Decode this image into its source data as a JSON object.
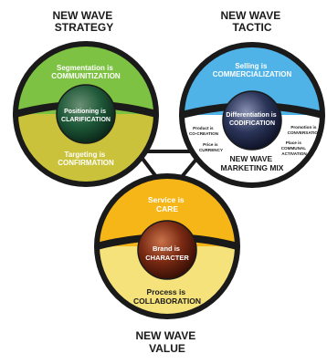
{
  "titles": {
    "strategy": [
      "NEW WAVE",
      "STRATEGY"
    ],
    "tactic": [
      "NEW WAVE",
      "TACTIC"
    ],
    "value": [
      "NEW WAVE",
      "VALUE"
    ]
  },
  "strategy": {
    "top": [
      "Segmentation is",
      "COMMUNITIZATION"
    ],
    "core": [
      "Positioning is",
      "CLARIFICATION"
    ],
    "bottom": [
      "Targeting is",
      "CONFIRMATION"
    ]
  },
  "tactic": {
    "top": [
      "Selling is",
      "COMMERCIALIZATION"
    ],
    "core": [
      "Differentiation is",
      "CODIFICATION"
    ],
    "product": [
      "Product is",
      "CO-CREATION"
    ],
    "price": [
      "Price is",
      "CURRENCY"
    ],
    "promotion": [
      "Promotion is",
      "CONVERSATION"
    ],
    "place": [
      "Place is",
      "COMMUNAL",
      "ACTIVATION"
    ],
    "mix": [
      "NEW WAVE",
      "MARKETING MIX"
    ]
  },
  "value": {
    "top": [
      "Service is",
      "CARE"
    ],
    "core": [
      "Brand is",
      "CHARACTER"
    ],
    "bottom": [
      "Process is",
      "COLLABORATION"
    ]
  },
  "colors": {
    "strategy_top": "#7dc242",
    "strategy_bottom": "#c9c23a",
    "tactic_top": "#4fb3e8",
    "tactic_bottom": "#ffffff",
    "value_top": "#f7b617",
    "value_bottom": "#f6e27a",
    "outline": "#1a1a1a"
  }
}
